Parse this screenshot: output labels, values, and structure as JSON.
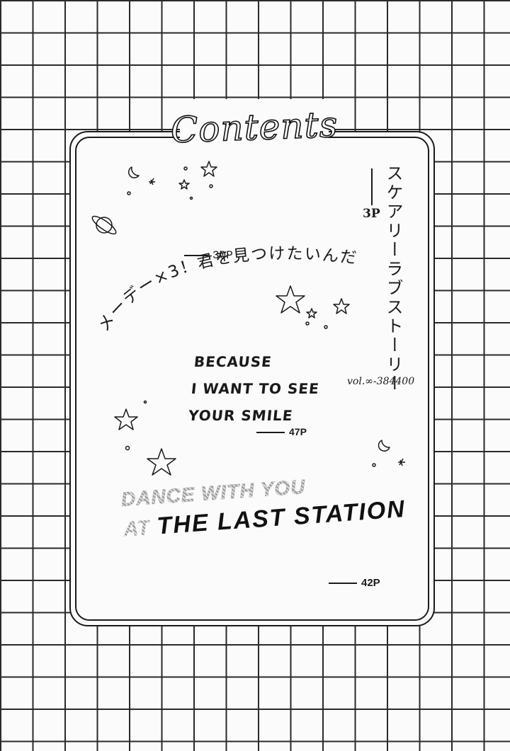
{
  "heading": "Contents",
  "entries": [
    {
      "title": "スケアリーラブストーリー",
      "page": "3P",
      "subtitle": "vol.∞-384400"
    },
    {
      "title": "メーデー×3！君を見つけたいんだ！",
      "page": "30P"
    },
    {
      "title_lines": [
        "BECAUSE",
        "I WANT TO SEE",
        "YOUR SMILE"
      ],
      "page": "47P"
    },
    {
      "title_line1": "DANCE WITH YOU",
      "title_line2_prefix": "AT",
      "title_line2_main": "THE LAST STATION",
      "page": "42P"
    }
  ]
}
